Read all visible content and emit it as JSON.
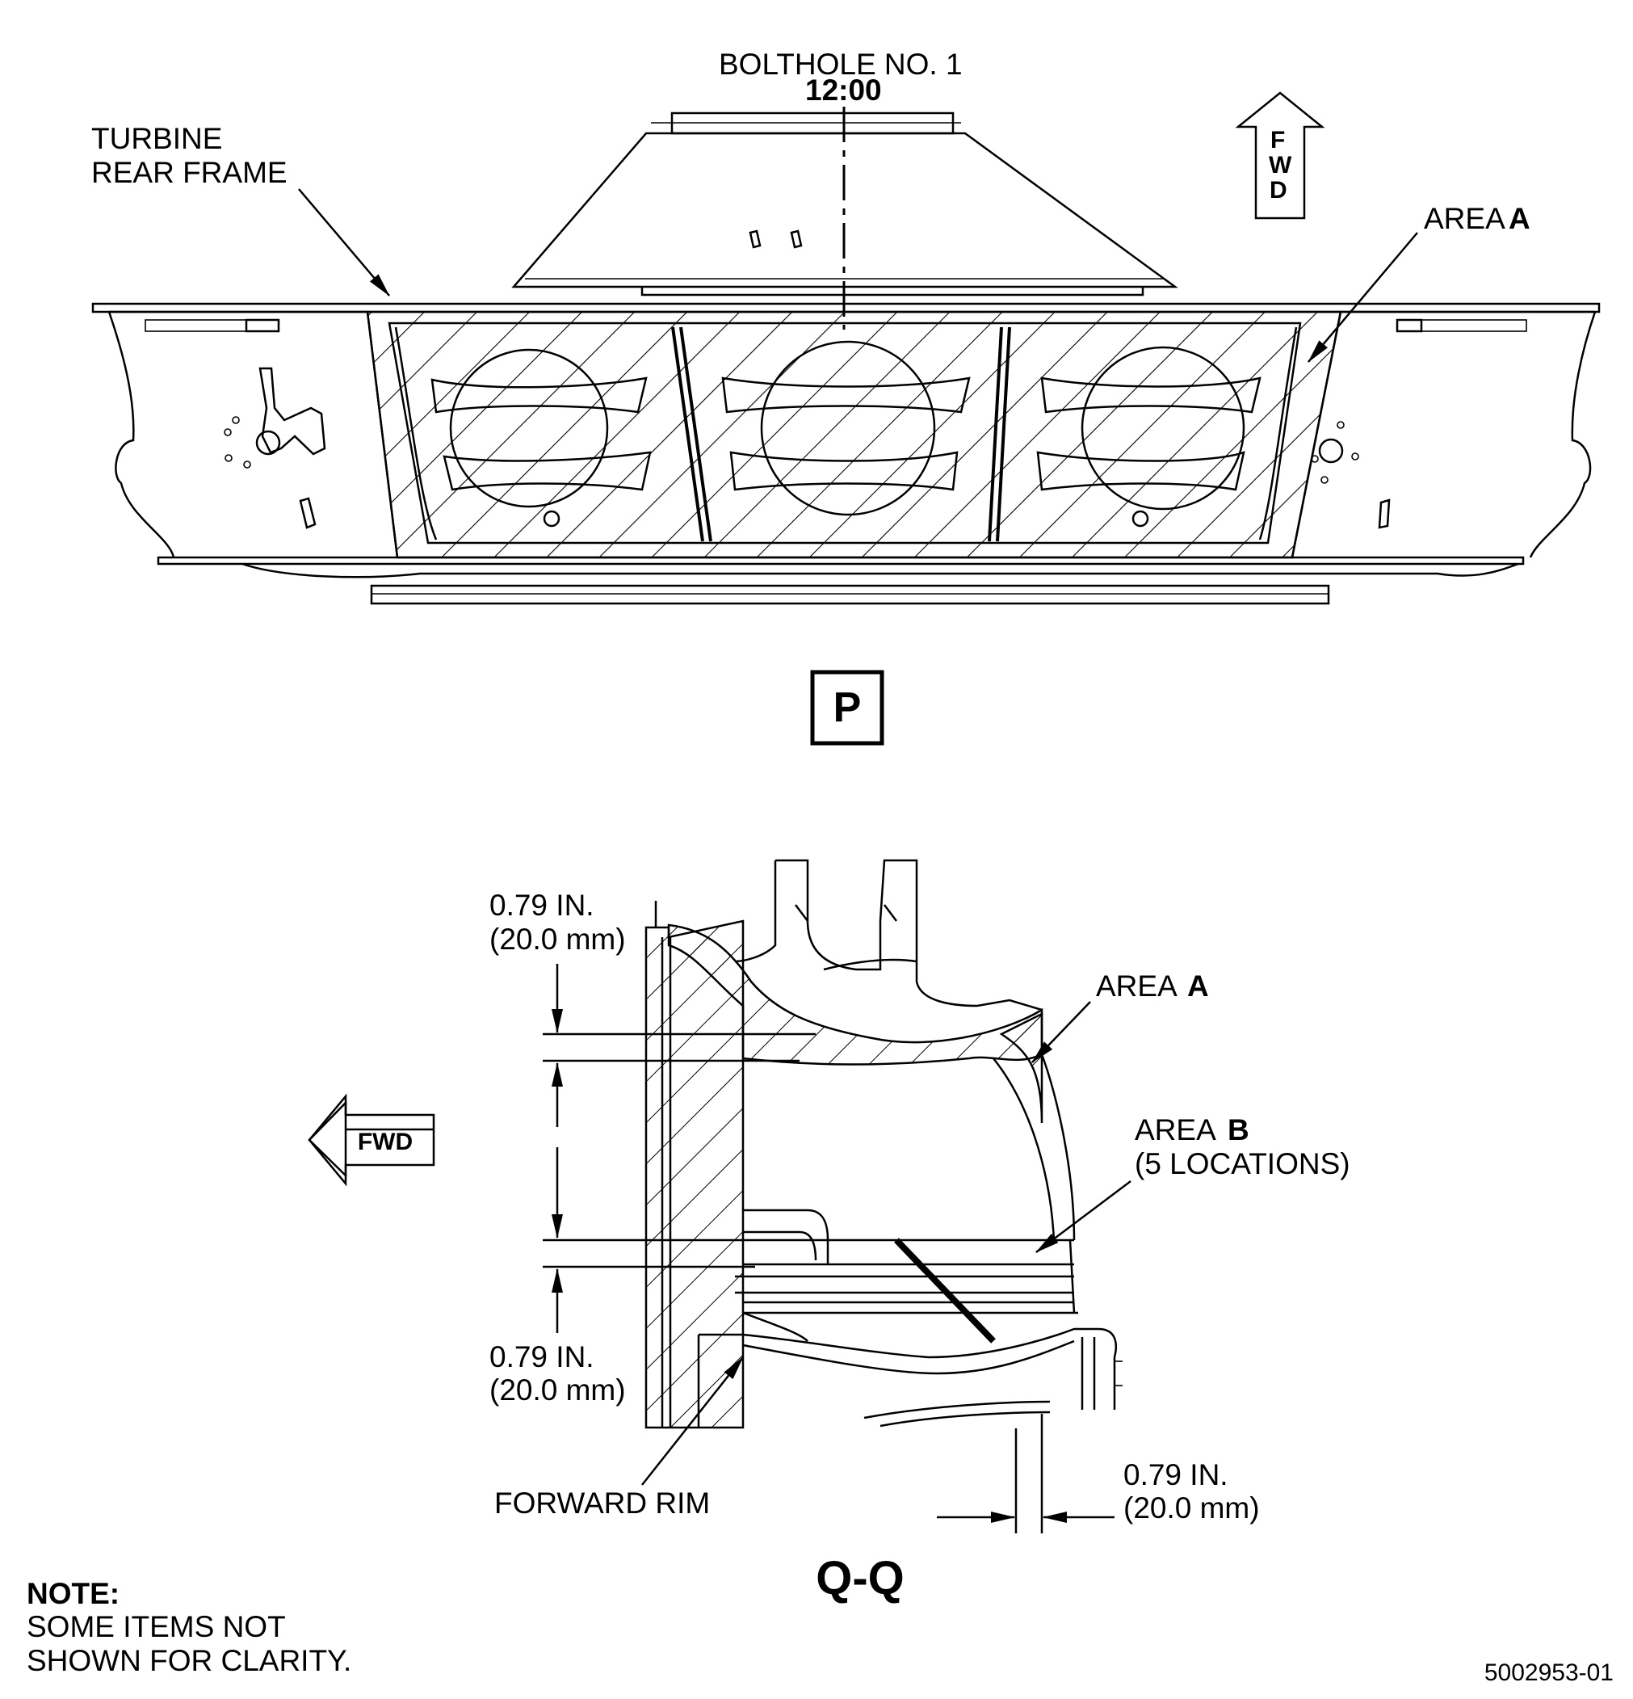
{
  "view_p": {
    "bolthole_label": "BOLTHOLE NO. 1",
    "bolthole_clock": "12:00",
    "turbine_label_line1": "TURBINE",
    "turbine_label_line2": "REAR FRAME",
    "fwd_letters": [
      "F",
      "W",
      "D"
    ],
    "area_a_prefix": "AREA",
    "area_a_letter": "A",
    "view_letter": "P"
  },
  "view_q": {
    "dim_top_line1": "0.79 IN.",
    "dim_top_line2": "(20.0 mm)",
    "dim_mid_line1": "0.79 IN.",
    "dim_mid_line2": "(20.0 mm)",
    "dim_bot_line1": "0.79 IN.",
    "dim_bot_line2": "(20.0 mm)",
    "area_a_prefix": "AREA",
    "area_a_letter": "A",
    "area_b_prefix": "AREA",
    "area_b_letter": "B",
    "area_b_locations": "(5 LOCATIONS)",
    "fwd_label": "FWD",
    "forward_rim_label": "FORWARD RIM",
    "section_label": "Q-Q"
  },
  "note": {
    "title": "NOTE:",
    "line1": "SOME ITEMS NOT",
    "line2": "SHOWN FOR CLARITY."
  },
  "figure_id": "5002953-01",
  "icons": {
    "fwd_arrow_up": "arrow-up-icon",
    "fwd_arrow_left": "arrow-left-icon"
  }
}
